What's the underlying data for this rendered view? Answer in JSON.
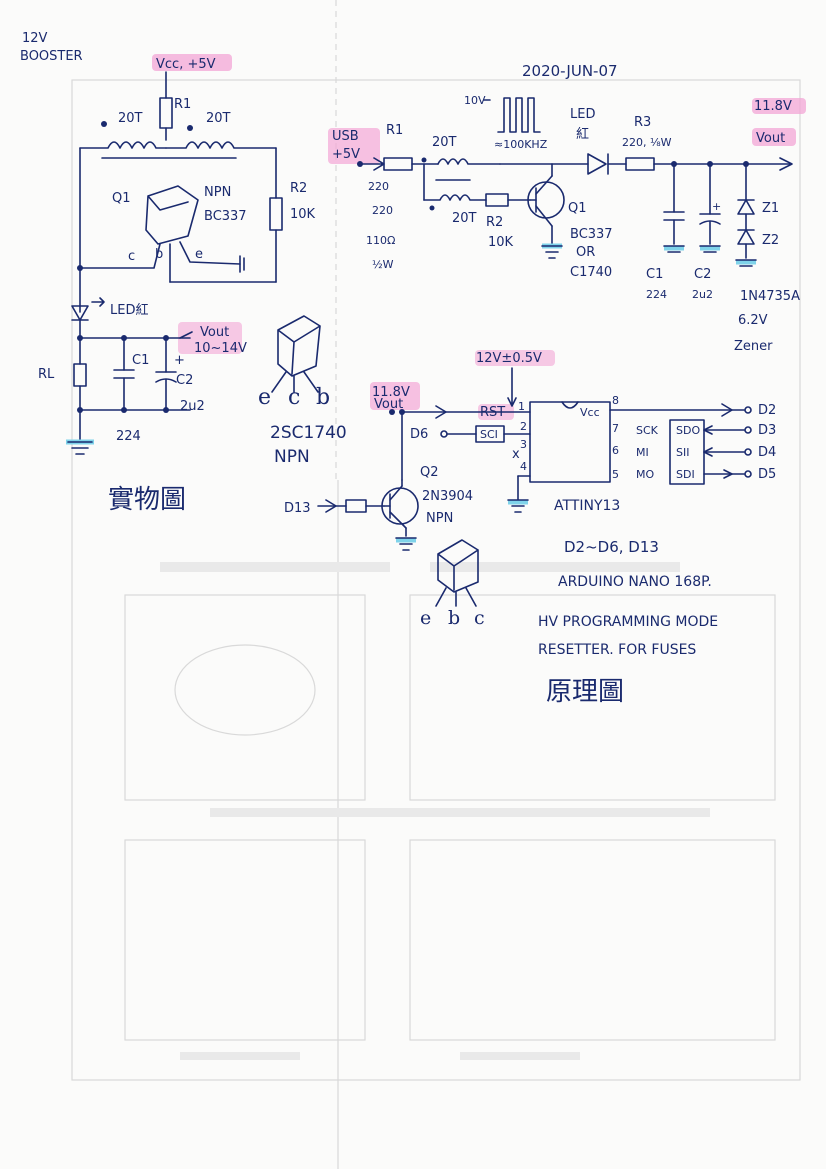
{
  "colors": {
    "ink": "#1a2a6e",
    "highlight": "#f3a6d6",
    "ground": "#7fd3ea"
  },
  "booster": {
    "title_line1": "12V",
    "title_line2": "BOOSTER",
    "vcc": "Vcc, +5V",
    "r1": "R1",
    "turns_left": "20T",
    "turns_right": "20T",
    "q1": "Q1",
    "npn": "NPN",
    "part": "BC337",
    "r2": "R2",
    "r2_val": "10K",
    "pin_c": "c",
    "pin_b": "b",
    "pin_e": "e",
    "led": "LED紅",
    "vout": "Vout",
    "vout_range": "10~14V",
    "rl": "RL",
    "c1": "C1",
    "c2": "C2",
    "c2_plus": "+",
    "c1_val": "224",
    "c2_val": "2u2",
    "transistor": "2SC1740",
    "transistor_type": "NPN",
    "pinout": [
      "e",
      "c",
      "b"
    ],
    "caption": "實物圖"
  },
  "schematic": {
    "date": "2020-JUN-07",
    "pulse": "10V",
    "freq": "≈100KHZ",
    "usb": "USB",
    "usb_v": "+5V",
    "r1": "R1",
    "r1_val_a": "220",
    "r1_val_b": "220",
    "r1_val_c": "110Ω",
    "r1_watt": "½W",
    "turns_top": "20T",
    "turns_bot": "20T",
    "r2": "R2",
    "r2_val": "10K",
    "q1": "Q1",
    "q1_part": "BC337",
    "q1_or": "OR",
    "q1_alt": "C1740",
    "led": "LED",
    "led_color": "紅",
    "r3": "R3",
    "r3_val": "220, ⅛W",
    "vout_v": "11.8V",
    "vout": "Vout",
    "c1": "C1",
    "c1_val": "224",
    "c2": "C2",
    "c2_val": "2u2",
    "z1": "Z1",
    "z2": "Z2",
    "zener_part": "1N4735A",
    "zener_v": "6.2V",
    "zener_label": "Zener"
  },
  "programmer": {
    "v12": "12V±0.5V",
    "vout_v": "11.8V",
    "vout": "Vout",
    "rst": "RST",
    "d6": "D6",
    "sci": "SCI",
    "d13": "D13",
    "q2": "Q2",
    "q2_part": "2N3904",
    "q2_type": "NPN",
    "pinout": [
      "e",
      "b",
      "c"
    ],
    "ic": "ATTINY13",
    "vcc": "Vcc",
    "pins": [
      "1",
      "2",
      "3",
      "4",
      "5",
      "6",
      "7",
      "8"
    ],
    "pin_x": "x",
    "sck": "SCK",
    "mi": "MI",
    "mo": "MO",
    "sdo": "SDO",
    "sii": "SII",
    "sdi": "SDI",
    "d2": "D2",
    "d3": "D3",
    "d4": "D4",
    "d5": "D5",
    "arduino_pins": "D2~D6, D13",
    "arduino": "ARDUINO NANO 168P.",
    "mode1": "HV PROGRAMMING MODE",
    "mode2": "RESETTER. FOR FUSES",
    "caption": "原理圖"
  }
}
